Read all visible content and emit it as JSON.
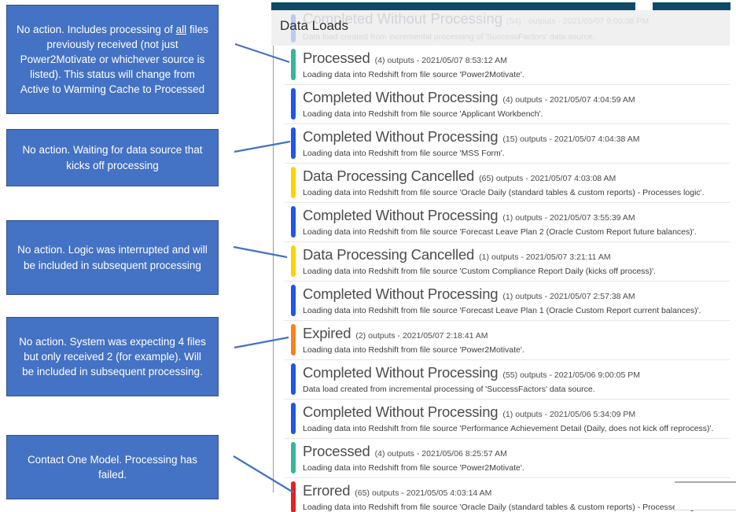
{
  "app": {
    "page_title": "Data Loads"
  },
  "colors": {
    "top_bar": "#0e4a67",
    "callout_fill": "#4472c4",
    "callout_border": "#2f528f",
    "connector": "#4472c4",
    "status_processed": "#36b79a",
    "status_completed_without_processing": "#2257e5",
    "status_data_processing_cancelled": "#fdd303",
    "status_expired": "#f5831f",
    "status_errored": "#e02222"
  },
  "ghost_entry": {
    "status": "Completed Without Processing",
    "count": "(54)",
    "meta": "outputs - 2021/05/07 9:00:08 PM",
    "description": "Data load created from incremental processing of 'SuccessFactors' data source.",
    "status_color": "#bccaee"
  },
  "entries": [
    {
      "status": "Processed",
      "count": "(4)",
      "meta": "outputs - 2021/05/07 8:53:12 AM",
      "description": "Loading data into Redshift from file source 'Power2Motivate'.",
      "status_color": "#36b79a"
    },
    {
      "status": "Completed Without Processing",
      "count": "(4)",
      "meta": "outputs - 2021/05/07 4:04:59 AM",
      "description": "Loading data into Redshift from file source 'Applicant Workbench'.",
      "status_color": "#2257e5"
    },
    {
      "status": "Completed Without Processing",
      "count": "(15)",
      "meta": "outputs - 2021/05/07 4:04:38 AM",
      "description": "Loading data into Redshift from file source 'MSS Form'.",
      "status_color": "#2257e5"
    },
    {
      "status": "Data Processing Cancelled",
      "count": "(65)",
      "meta": "outputs - 2021/05/07 4:03:08 AM",
      "description": "Loading data into Redshift from file source 'Oracle Daily (standard tables & custom reports) - Processes logic'.",
      "status_color": "#fdd303"
    },
    {
      "status": "Completed Without Processing",
      "count": "(1)",
      "meta": "outputs - 2021/05/07 3:55:39 AM",
      "description": "Loading data into Redshift from file source 'Forecast Leave Plan 2 (Oracle Custom Report future balances)'.",
      "status_color": "#2257e5"
    },
    {
      "status": "Data Processing Cancelled",
      "count": "(1)",
      "meta": "outputs - 2021/05/07 3:21:11 AM",
      "description": "Loading data into Redshift from file source 'Custom Compliance Report Daily (kicks off process)'.",
      "status_color": "#fdd303"
    },
    {
      "status": "Completed Without Processing",
      "count": "(1)",
      "meta": "outputs - 2021/05/07 2:57:38 AM",
      "description": "Loading data into Redshift from file source 'Forecast Leave Plan 1 (Oracle Custom Report current balances)'.",
      "status_color": "#2257e5"
    },
    {
      "status": "Expired",
      "count": "(2)",
      "meta": "outputs - 2021/05/07 2:18:41 AM",
      "description": "Loading data into Redshift from file source 'Power2Motivate'.",
      "status_color": "#f5831f"
    },
    {
      "status": "Completed Without Processing",
      "count": "(55)",
      "meta": "outputs - 2021/05/06 9:00:05 PM",
      "description": "Data load created from incremental processing of 'SuccessFactors' data source.",
      "status_color": "#2257e5"
    },
    {
      "status": "Completed Without Processing",
      "count": "(1)",
      "meta": "outputs - 2021/05/06 5:34:09 PM",
      "description": "Loading data into Redshift from file source 'Performance Achievement Detail (Daily, does not kick off reprocess)'.",
      "status_color": "#2257e5"
    },
    {
      "status": "Processed",
      "count": "(4)",
      "meta": "outputs - 2021/05/06 8:25:57 AM",
      "description": "Loading data into Redshift from file source 'Power2Motivate'.",
      "status_color": "#36b79a"
    },
    {
      "status": "Errored",
      "count": "(65)",
      "meta": "outputs - 2021/05/05 4:03:14 AM",
      "description": "Loading data into Redshift from file source 'Oracle Daily (standard tables & custom reports) - Processes logic'.",
      "status_color": "#e02222"
    }
  ],
  "annotations": [
    {
      "segments": [
        {
          "text": "No action. Includes processing of ",
          "underline": false
        },
        {
          "text": "all",
          "underline": true
        },
        {
          "text": " files previously received (not just Power2Motivate or whichever source is listed). This status will change from Active to Warming Cache to Processed",
          "underline": false
        }
      ]
    },
    {
      "segments": [
        {
          "text": "No action. Waiting for data source that kicks off processing",
          "underline": false
        }
      ]
    },
    {
      "segments": [
        {
          "text": "No action. Logic was interrupted and will be included in subsequent processing",
          "underline": false
        }
      ]
    },
    {
      "segments": [
        {
          "text": "No action. System was expecting 4 files but only received 2 (for example). Will be included in subsequent processing.",
          "underline": false
        }
      ]
    },
    {
      "segments": [
        {
          "text": "Contact One Model. Processing has failed.",
          "underline": false
        }
      ]
    }
  ]
}
